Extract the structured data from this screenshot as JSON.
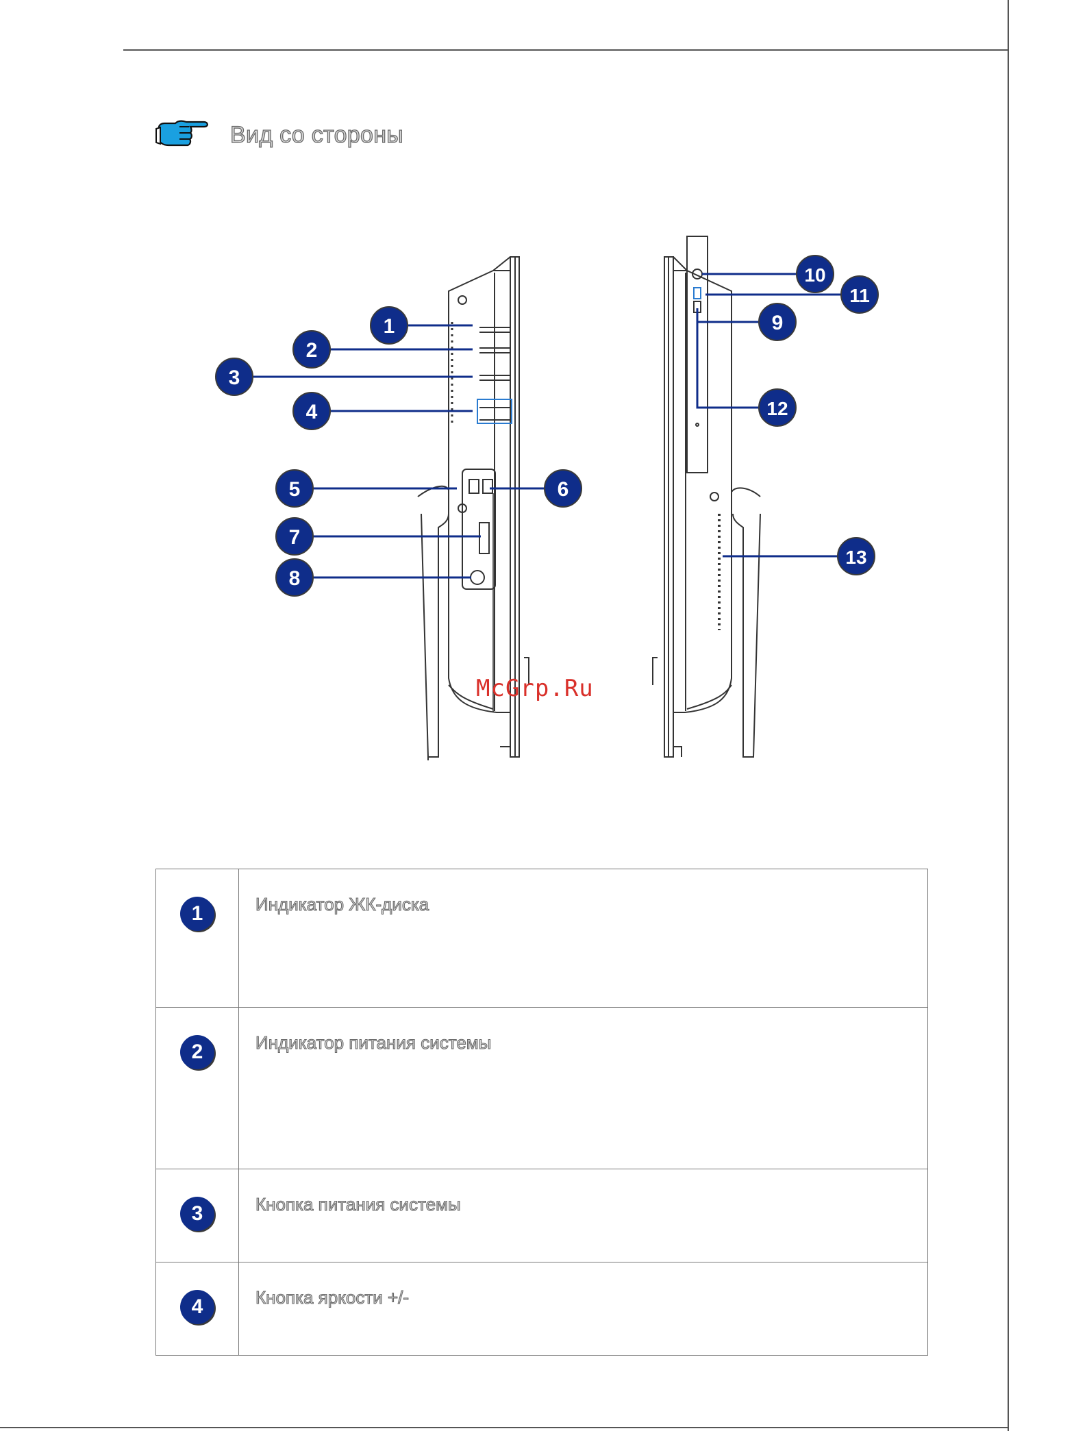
{
  "section": {
    "title": "Вид со стороны",
    "icon": "pointing-hand-icon"
  },
  "watermark": "McGrp.Ru",
  "callouts": [
    "1",
    "2",
    "3",
    "4",
    "5",
    "6",
    "7",
    "8",
    "9",
    "10",
    "11",
    "12",
    "13"
  ],
  "parts": [
    {
      "number": "1",
      "label": "Индикатор ЖК-диска"
    },
    {
      "number": "2",
      "label": "Индикатор питания системы"
    },
    {
      "number": "3",
      "label": "Кнопка питания системы"
    },
    {
      "number": "4",
      "label": "Кнопка яркости +/-"
    }
  ],
  "colors": {
    "callout_fill": "#0f2d8a",
    "watermark": "#d9302a",
    "heading_fill": "#d9d9d9",
    "heading_stroke": "#6a6a6a"
  }
}
